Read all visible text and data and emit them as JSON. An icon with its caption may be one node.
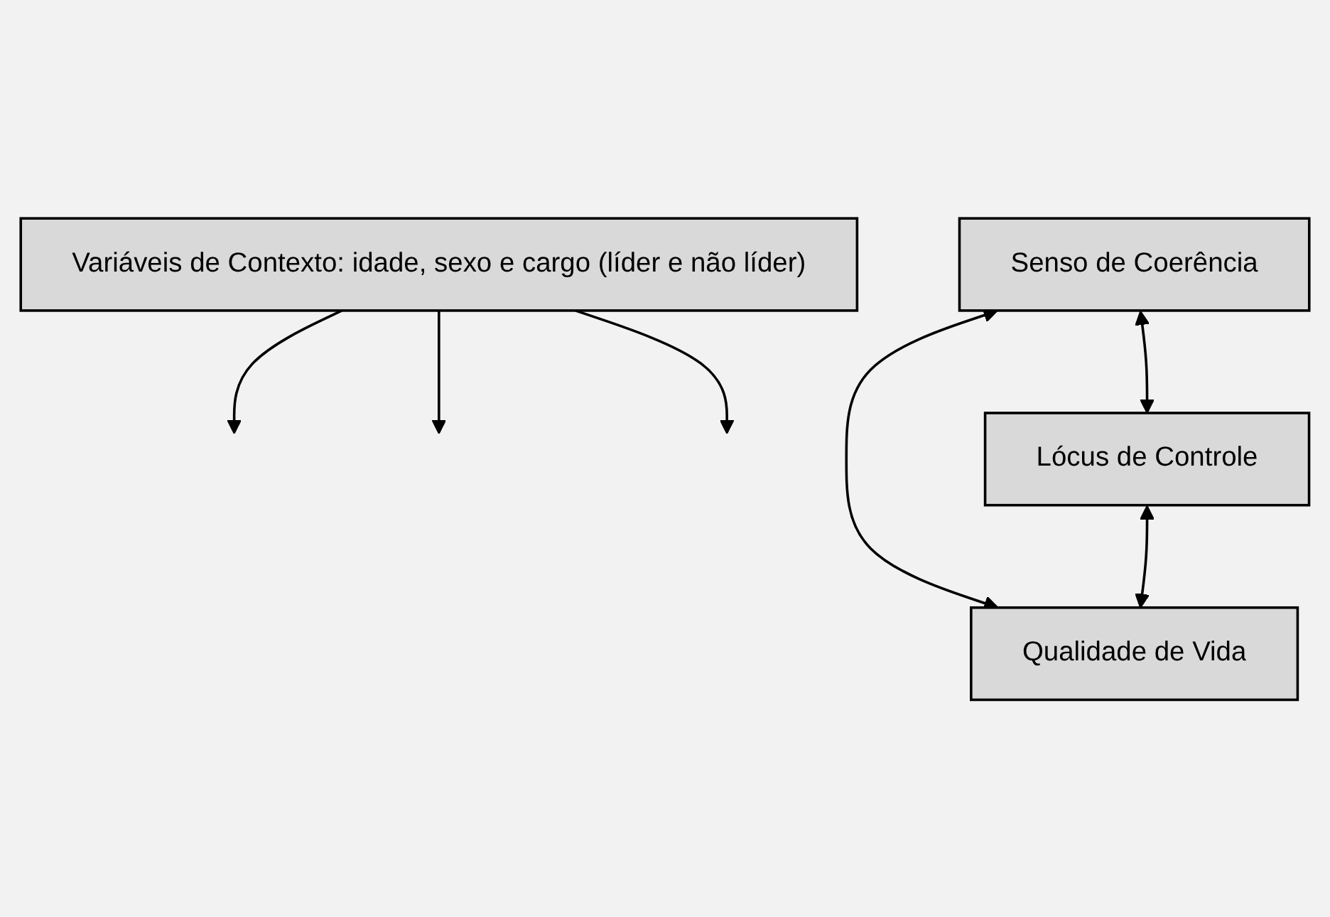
{
  "diagram": {
    "nodes": [
      {
        "text": [
          "Variáveis de Contexto: idade, sexo e cargo (líder e não líder)"
        ]
      },
      {
        "text": [
          "Senso de Coerência"
        ]
      },
      {
        "text": [
          "Lócus de Controle"
        ]
      },
      {
        "text": [
          "Qualidade de Vida"
        ]
      }
    ],
    "edges": [
      {
        "from": 0,
        "to": null,
        "arrow": "to"
      },
      {
        "from": 0,
        "to": null,
        "arrow": "to"
      },
      {
        "from": 0,
        "to": null,
        "arrow": "to"
      },
      {
        "from": 1,
        "to": 3,
        "arrow": "both"
      },
      {
        "from": 1,
        "to": 2,
        "arrow": "both"
      },
      {
        "from": 2,
        "to": 3,
        "arrow": "both"
      }
    ]
  }
}
